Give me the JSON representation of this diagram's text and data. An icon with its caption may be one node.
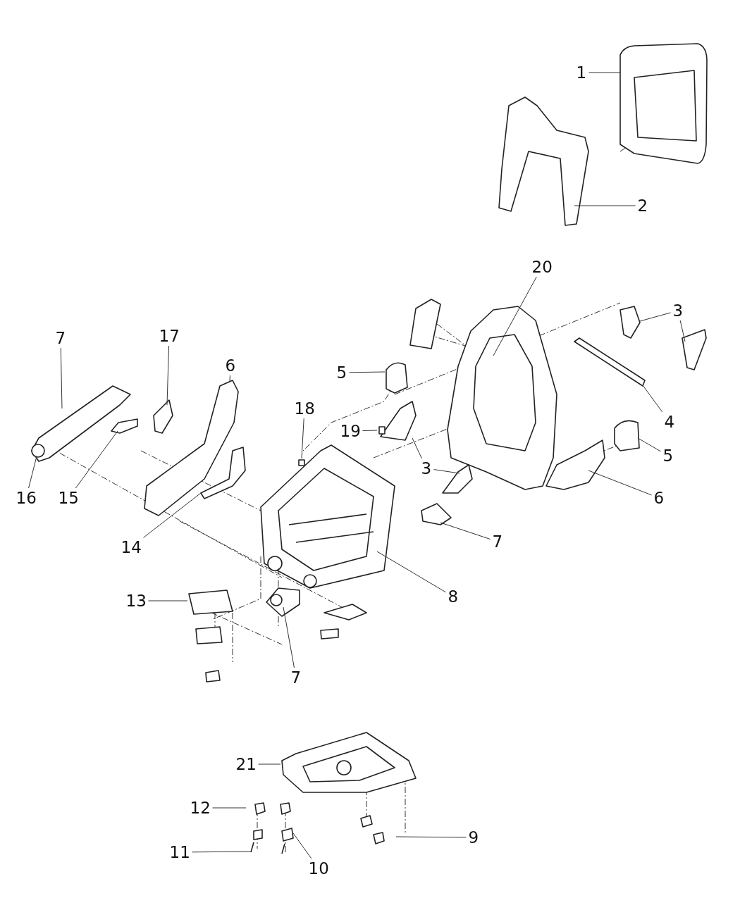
{
  "diagram": {
    "nodes": [
      {
        "text": [
          "1"
        ]
      },
      {
        "text": [
          "2"
        ]
      },
      {
        "text": [
          "20"
        ]
      },
      {
        "text": [
          "3"
        ]
      },
      {
        "text": [
          "7"
        ]
      },
      {
        "text": [
          "17"
        ]
      },
      {
        "text": [
          "6"
        ]
      },
      {
        "text": [
          "5"
        ]
      },
      {
        "text": [
          "18"
        ]
      },
      {
        "text": [
          "4"
        ]
      },
      {
        "text": [
          "19"
        ]
      },
      {
        "text": [
          "5"
        ]
      },
      {
        "text": [
          "3"
        ]
      },
      {
        "text": [
          "6"
        ]
      },
      {
        "text": [
          "16"
        ]
      },
      {
        "text": [
          "15"
        ]
      },
      {
        "text": [
          "7"
        ]
      },
      {
        "text": [
          "14"
        ]
      },
      {
        "text": [
          "8"
        ]
      },
      {
        "text": [
          "13"
        ]
      },
      {
        "text": [
          "7"
        ]
      },
      {
        "text": [
          "21"
        ]
      },
      {
        "text": [
          "12"
        ]
      },
      {
        "text": [
          "9"
        ]
      },
      {
        "text": [
          "11"
        ]
      },
      {
        "text": [
          "10"
        ]
      }
    ],
    "edges": [
      {
        "from": 0,
        "to": null,
        "arrow": "none"
      },
      {
        "from": 1,
        "to": null,
        "arrow": "none"
      },
      {
        "from": 2,
        "to": null,
        "arrow": "none"
      },
      {
        "from": 3,
        "to": null,
        "arrow": "none"
      },
      {
        "from": 3,
        "to": null,
        "arrow": "none"
      },
      {
        "from": 4,
        "to": null,
        "arrow": "none"
      },
      {
        "from": 5,
        "to": null,
        "arrow": "none"
      },
      {
        "from": 6,
        "to": null,
        "arrow": "none"
      },
      {
        "from": 7,
        "to": null,
        "arrow": "none"
      },
      {
        "from": 8,
        "to": null,
        "arrow": "none"
      },
      {
        "from": 9,
        "to": null,
        "arrow": "none"
      },
      {
        "from": 10,
        "to": null,
        "arrow": "none"
      },
      {
        "from": 11,
        "to": null,
        "arrow": "none"
      },
      {
        "from": 12,
        "to": null,
        "arrow": "none"
      },
      {
        "from": 12,
        "to": null,
        "arrow": "none"
      },
      {
        "from": 13,
        "to": null,
        "arrow": "none"
      },
      {
        "from": 14,
        "to": null,
        "arrow": "none"
      },
      {
        "from": 15,
        "to": null,
        "arrow": "none"
      },
      {
        "from": 16,
        "to": null,
        "arrow": "none"
      },
      {
        "from": 17,
        "to": null,
        "arrow": "none"
      },
      {
        "from": 18,
        "to": null,
        "arrow": "none"
      },
      {
        "from": 19,
        "to": null,
        "arrow": "none"
      },
      {
        "from": 20,
        "to": null,
        "arrow": "none"
      },
      {
        "from": 21,
        "to": null,
        "arrow": "none"
      },
      {
        "from": 22,
        "to": null,
        "arrow": "none"
      },
      {
        "from": 23,
        "to": null,
        "arrow": "none"
      },
      {
        "from": 24,
        "to": null,
        "arrow": "none"
      },
      {
        "from": 25,
        "to": null,
        "arrow": "none"
      }
    ]
  }
}
